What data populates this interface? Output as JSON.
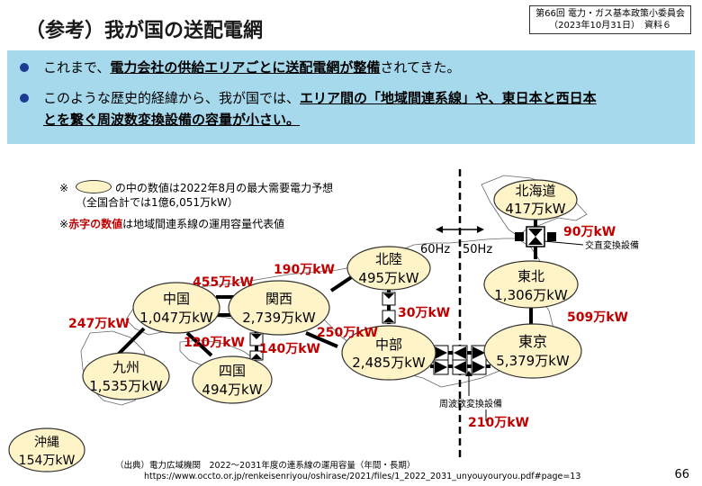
{
  "header": {
    "title": "（参考）我が国の送配電網",
    "meeting_line1": "第66回 電力・ガス基本政策小委員会",
    "meeting_line2": "（2023年10月31日）　資料６"
  },
  "bullets": [
    {
      "pre": "これまで、",
      "hl": "電力会社の供給エリアごとに送配電網が整備",
      "post": "されてきた。"
    },
    {
      "pre": "このような歴史的経緯から、我が国では、",
      "hl": "エリア間の「地域間連系線」や、東日本と西日本",
      "post": ""
    },
    {
      "pre": "",
      "hl": "とを繋ぐ周波数変換設備の容量が小さい。",
      "post": ""
    }
  ],
  "legend": {
    "mark": "※",
    "line1": "の中の数値は2022年8月の最大需要電力予想",
    "line2": "（全国合計では1億6,051万kW）",
    "line3_mark": "※",
    "line3_red": "赤字の数値",
    "line3_rest": "は地域間連系線の運用容量代表値"
  },
  "freq": {
    "west": "60Hz",
    "east": "50Hz"
  },
  "regions": [
    {
      "id": "hokkaido",
      "name": "北海道",
      "value": "417万kW"
    },
    {
      "id": "tohoku",
      "name": "東北",
      "value": "1,306万kW"
    },
    {
      "id": "tokyo",
      "name": "東京",
      "value": "5,379万kW"
    },
    {
      "id": "chubu",
      "name": "中部",
      "value": "2,485万kW"
    },
    {
      "id": "hokuriku",
      "name": "北陸",
      "value": "495万kW"
    },
    {
      "id": "kansai",
      "name": "関西",
      "value": "2,739万kW"
    },
    {
      "id": "chugoku",
      "name": "中国",
      "value": "1,047万kW"
    },
    {
      "id": "shikoku",
      "name": "四国",
      "value": "494万kW"
    },
    {
      "id": "kyushu",
      "name": "九州",
      "value": "1,535万kW"
    },
    {
      "id": "okinawa",
      "name": "沖縄",
      "value": "154万kW"
    }
  ],
  "capacities": {
    "hokkaido_tohoku": "90万kW",
    "tohoku_tokyo": "509万kW",
    "hokuriku_chubu": "30万kW",
    "kansai_chubu": "250万kW",
    "hokuriku_kansai": "190万kW",
    "chugoku_kansai": "455万kW",
    "chugoku_kyushu": "247万kW",
    "chugoku_shikoku": "120万kW",
    "shikoku_kansai": "140万kW",
    "fc": "210万kW"
  },
  "notes": {
    "ac_dc": "交直変換設備",
    "fc_label": "周波数変換設備"
  },
  "source": {
    "line1": "（出典）電力広域機関　2022～2031年度の連系線の運用容量（年間・長期）",
    "line2": "https://www.occto.or.jp/renkeisenriyou/oshirase/2021/files/1_2022_2031_unyouyouryou.pdf#page=13"
  },
  "page_number": "66",
  "colors": {
    "ellipse_fill": "#fff4c8",
    "capacity": "#c00000",
    "banner": "#a6d9ec",
    "bullet": "#1f3a93"
  }
}
